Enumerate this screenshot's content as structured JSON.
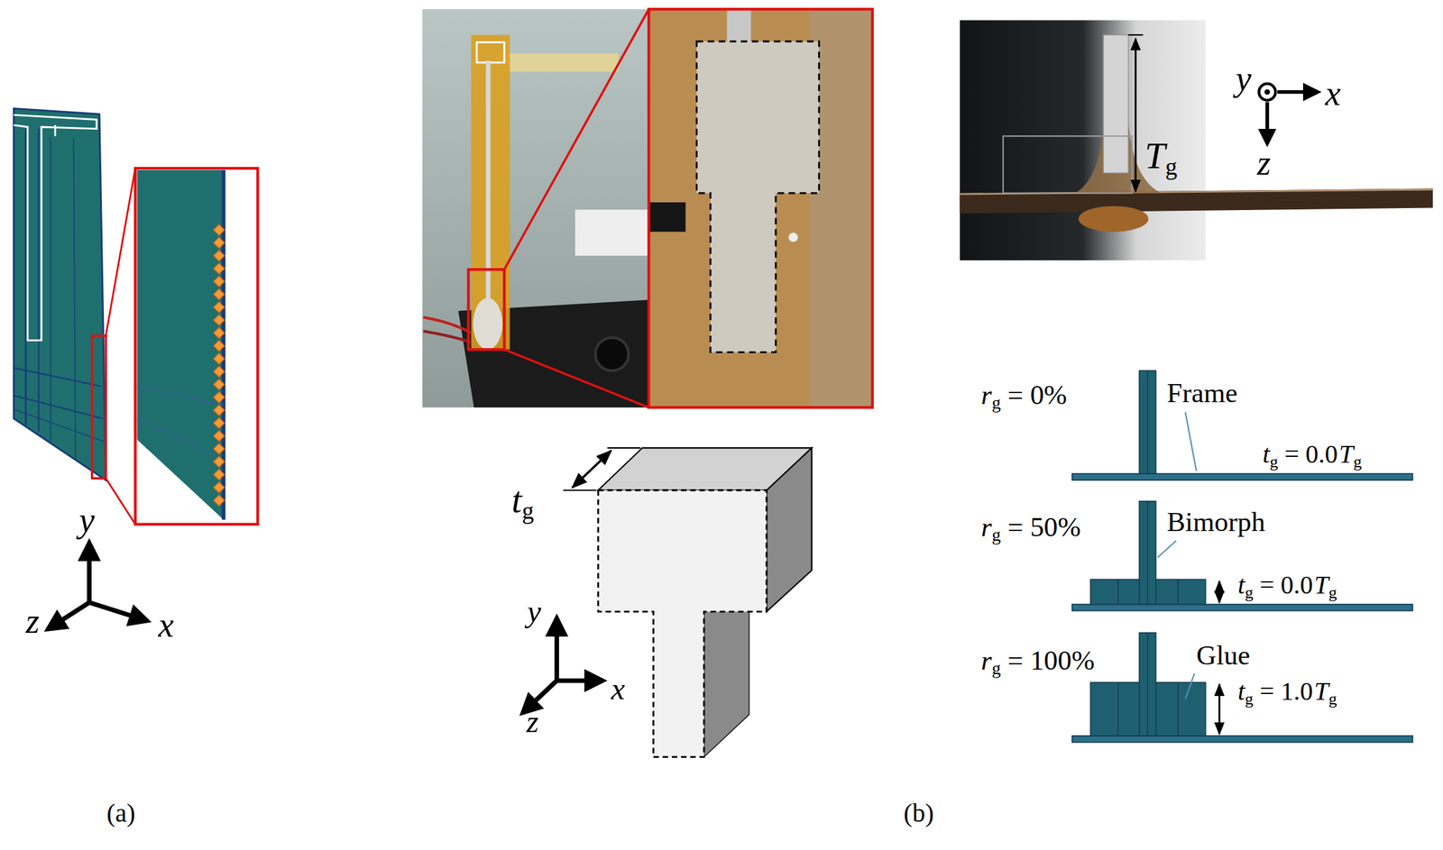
{
  "diagram": {
    "labels": [
      "y",
      "z",
      "x",
      "t",
      "g",
      "y",
      "x",
      "z",
      "y",
      "x",
      "z",
      "T",
      "g",
      "r",
      "g",
      "= 0%",
      "Frame",
      "t",
      "g",
      "= 0.0",
      "T",
      "g",
      "r",
      "g",
      "= 50%",
      "Bimorph",
      "t",
      "g",
      "= 0.0",
      "T",
      "g",
      "r",
      "g",
      "= 100%",
      "Glue",
      "t",
      "g",
      "= 1.0",
      "T",
      "g",
      "(a)",
      "(b)"
    ]
  }
}
